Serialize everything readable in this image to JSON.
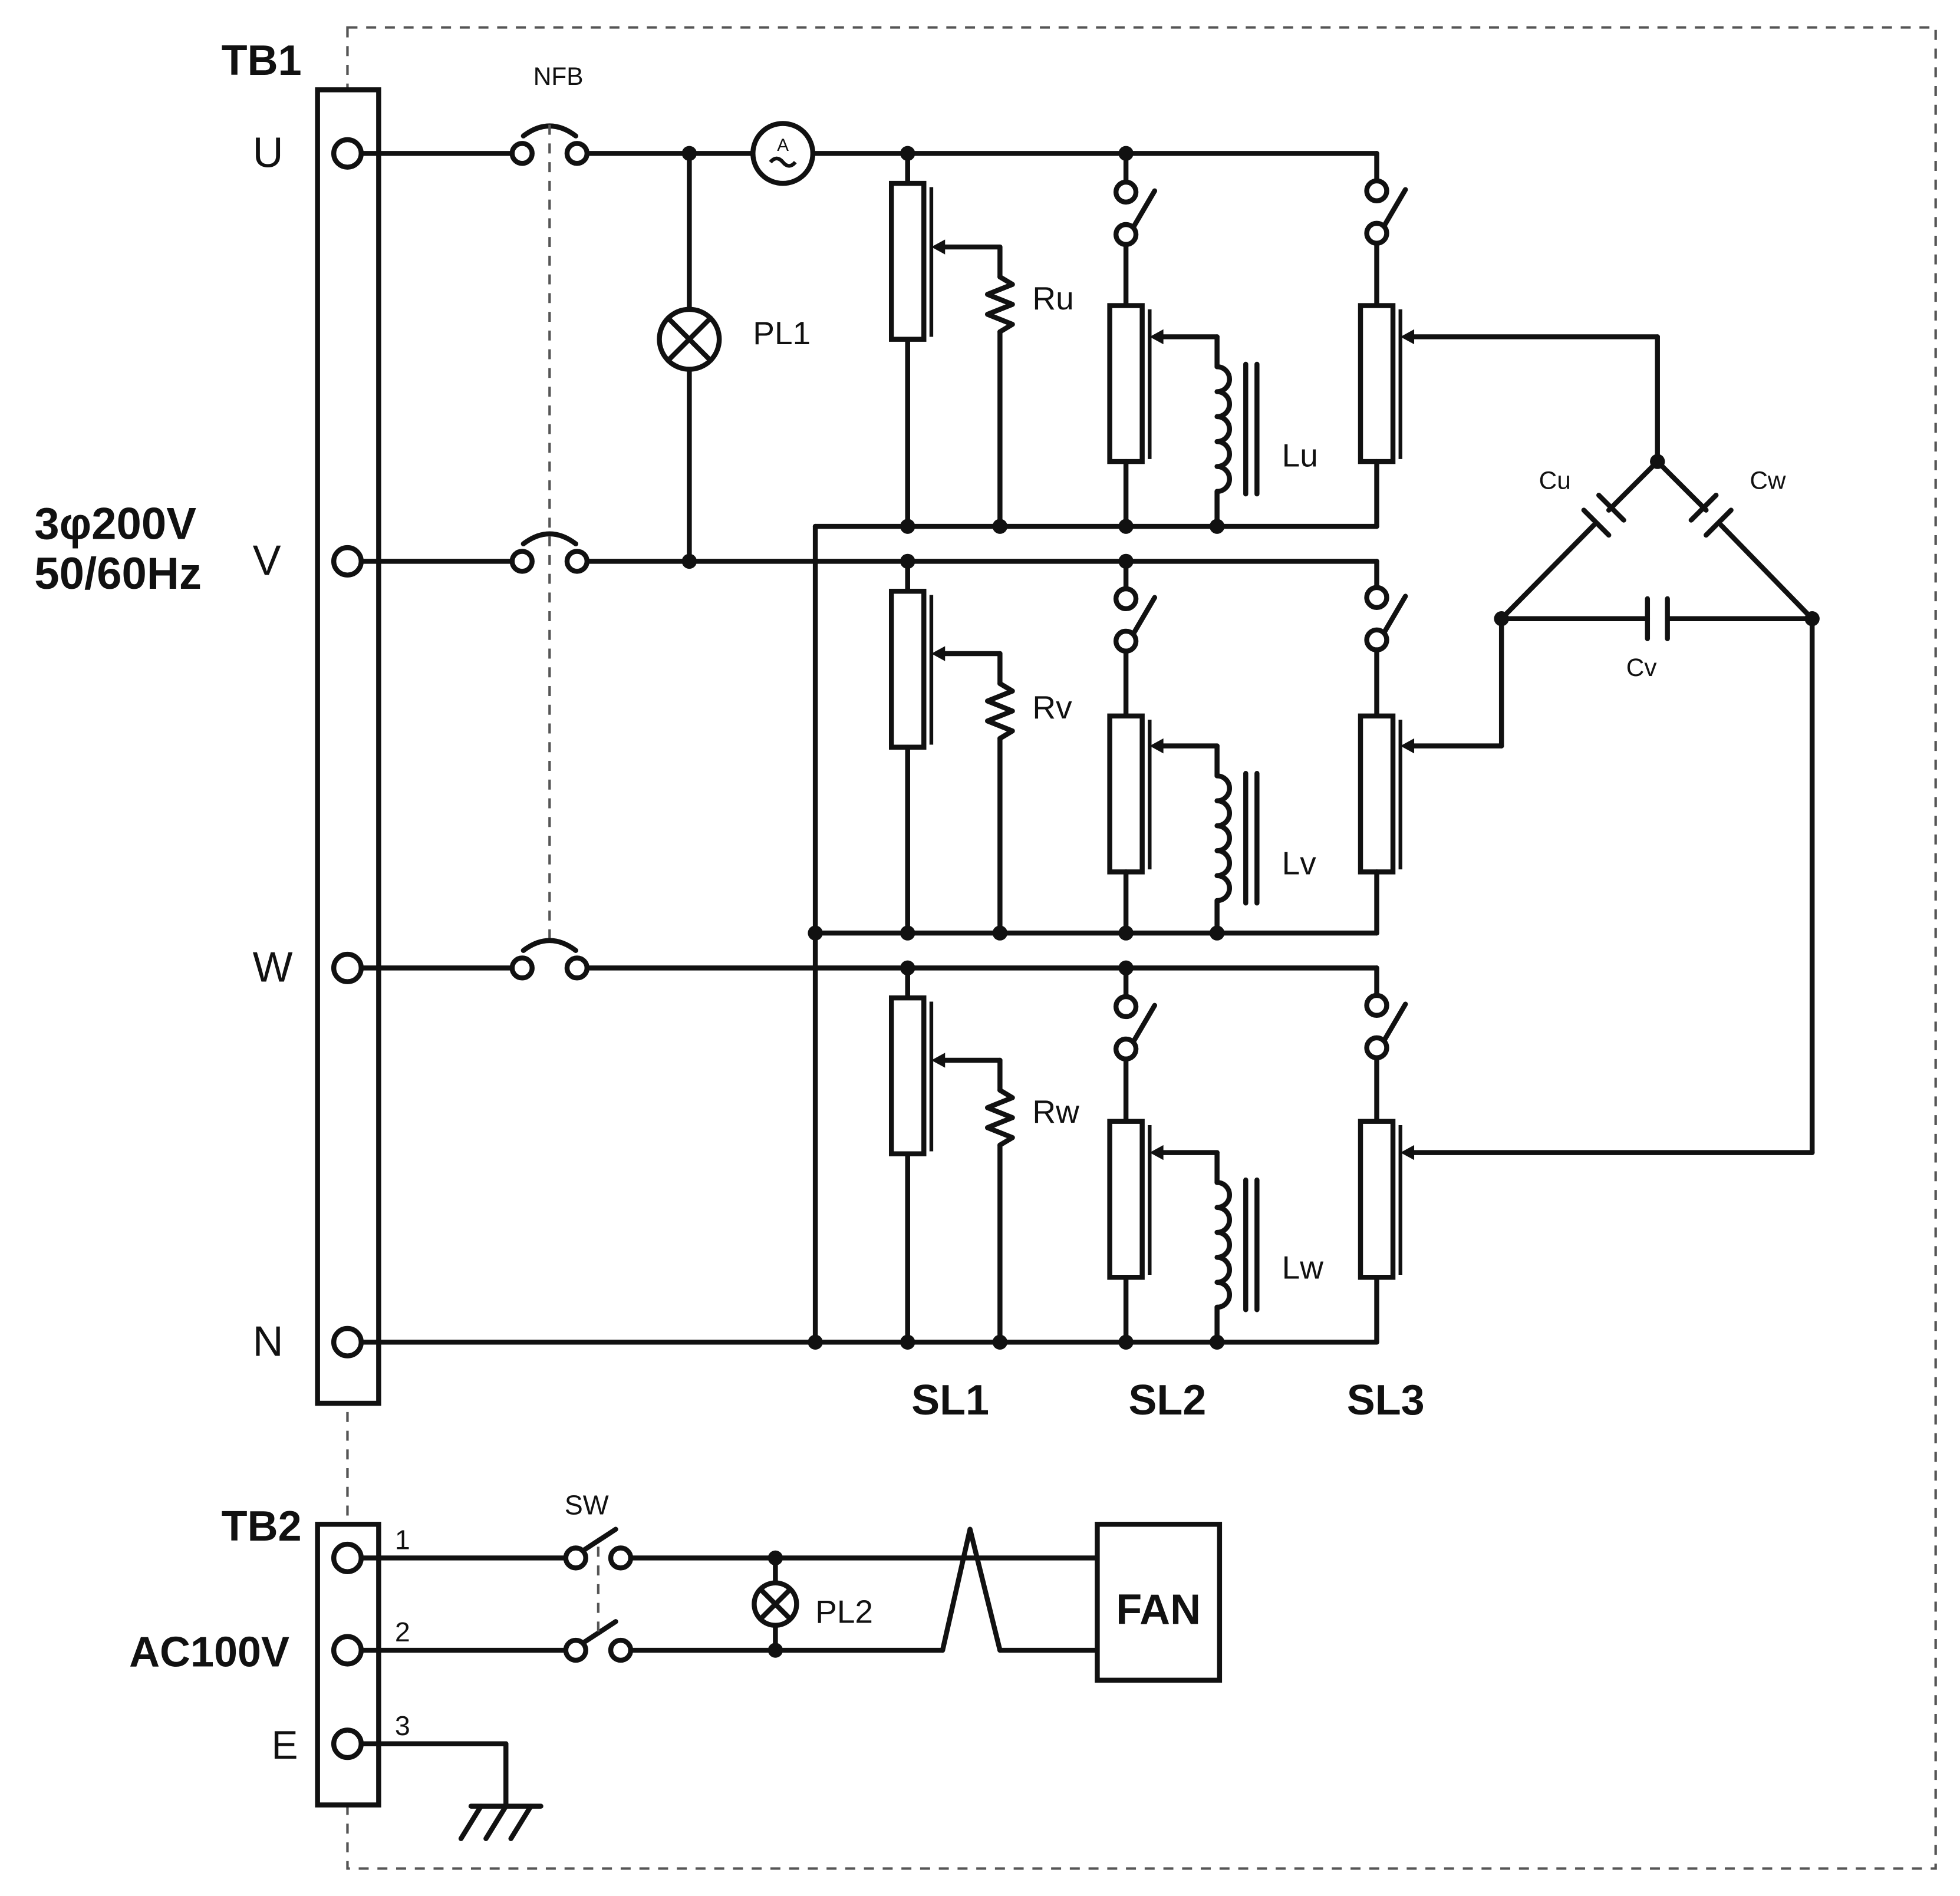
{
  "labels": {
    "tb1": "TB1",
    "tb2": "TB2",
    "nfb": "NFB",
    "sw": "SW",
    "terminal_u": "U",
    "terminal_v": "V",
    "terminal_w": "W",
    "terminal_n": "N",
    "supply_line1": "3φ200V",
    "supply_line2": "50/60Hz",
    "ac100": "AC100V",
    "terminal_e": "E",
    "pin1": "1",
    "pin2": "2",
    "pin3": "3",
    "pl1": "PL1",
    "pl2": "PL2",
    "ammeter": "A",
    "ru": "Ru",
    "rv": "Rv",
    "rw": "Rw",
    "lu": "Lu",
    "lv": "Lv",
    "lw": "Lw",
    "cu": "Cu",
    "cv": "Cv",
    "cw": "Cw",
    "sl1": "SL1",
    "sl2": "SL2",
    "sl3": "SL3",
    "fan": "FAN"
  }
}
